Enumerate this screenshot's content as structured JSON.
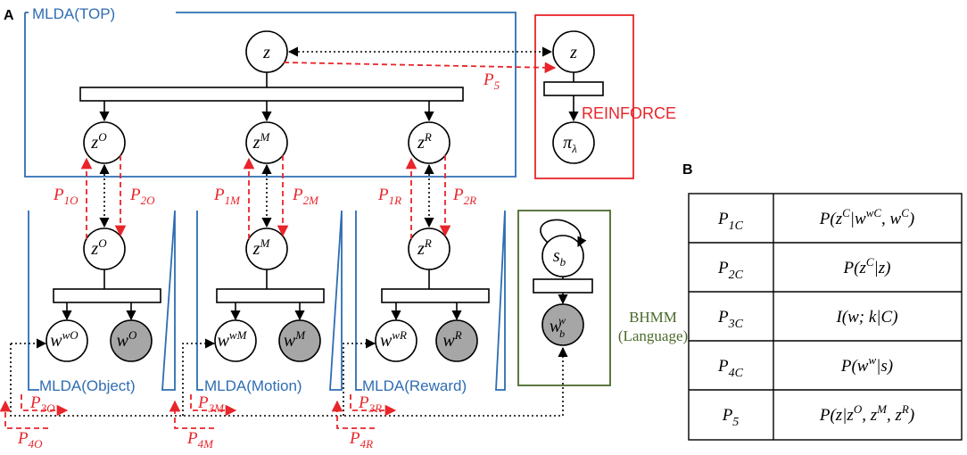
{
  "panels": {
    "a": "A",
    "b": "B"
  },
  "boxes": {
    "top": "MLDA(TOP)",
    "object": "MLDA(Object)",
    "motion": "MLDA(Motion)",
    "reward": "MLDA(Reward)",
    "reinforce": "REINFORCE",
    "bhmm_line1": "BHMM",
    "bhmm_line2": "(Language)"
  },
  "nodes": {
    "z_top": "z",
    "z_reinforce": "z",
    "pi": "π",
    "pi_sub": "λ",
    "zO_sup": "O",
    "zM_sup": "M",
    "zR_sup": "R",
    "wwO_sup": "wO",
    "wO_sup": "O",
    "wwM_sup": "wM",
    "wM_sup": "M",
    "wwR_sup": "wR",
    "wR_sup": "R",
    "sb": "s",
    "sb_sub": "b",
    "wbw_sup": "w",
    "wbw_sub": "b",
    "z": "z",
    "w": "w"
  },
  "edge_labels": {
    "P5": {
      "base": "P",
      "sub": "5"
    },
    "P1O": {
      "base": "P",
      "sub": "1O"
    },
    "P2O": {
      "base": "P",
      "sub": "2O"
    },
    "P1M": {
      "base": "P",
      "sub": "1M"
    },
    "P2M": {
      "base": "P",
      "sub": "2M"
    },
    "P1R": {
      "base": "P",
      "sub": "1R"
    },
    "P2R": {
      "base": "P",
      "sub": "2R"
    },
    "P3O": {
      "base": "P",
      "sub": "3O"
    },
    "P4O": {
      "base": "P",
      "sub": "4O"
    },
    "P3M": {
      "base": "P",
      "sub": "3M"
    },
    "P4M": {
      "base": "P",
      "sub": "4M"
    },
    "P3R": {
      "base": "P",
      "sub": "3R"
    },
    "P4R": {
      "base": "P",
      "sub": "4R"
    }
  },
  "table": {
    "rows": [
      {
        "name_base": "P",
        "name_sub": "1C",
        "formula": "P(z^C | w^{wC}, w^C)"
      },
      {
        "name_base": "P",
        "name_sub": "2C",
        "formula": "P(z^C | z)"
      },
      {
        "name_base": "P",
        "name_sub": "3C",
        "formula": "I(w; k | C)"
      },
      {
        "name_base": "P",
        "name_sub": "4C",
        "formula": "P(w^w | s)"
      },
      {
        "name_base": "P",
        "name_sub": "5",
        "formula": "P(z | z^O, z^M, z^R)"
      }
    ]
  },
  "colors": {
    "blue_box": "#2e6db3",
    "red": "#e8252a",
    "green_box": "#4a6a2b",
    "observed_node": "#a6a6a6"
  }
}
